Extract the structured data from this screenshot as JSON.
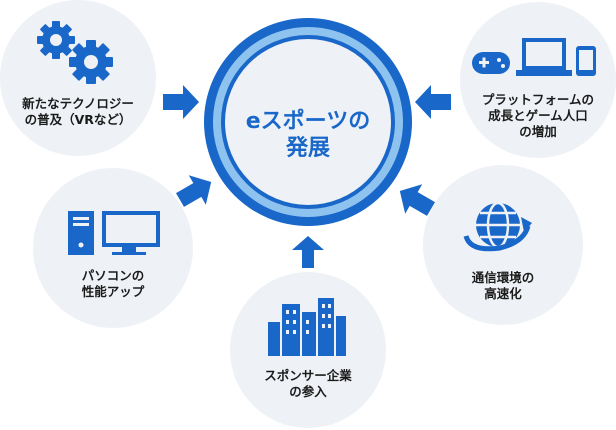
{
  "center": {
    "line1": "eスポーツの",
    "line2": "発展"
  },
  "factors": [
    {
      "icon": "gears-icon",
      "line1": "新たなテクノロジー",
      "line2": "の普及（VRなど）",
      "line3": ""
    },
    {
      "icon": "computer-icon",
      "line1": "パソコンの",
      "line2": "性能アップ",
      "line3": ""
    },
    {
      "icon": "buildings-icon",
      "line1": "スポンサー企業",
      "line2": "の参入",
      "line3": ""
    },
    {
      "icon": "globe-icon",
      "line1": "通信環境の",
      "line2": "高速化",
      "line3": ""
    },
    {
      "icon": "devices-icon",
      "line1": "プラットフォームの",
      "line2": "成長とゲーム人口",
      "line3": "の増加"
    }
  ],
  "colors": {
    "circle_fill": "#eef1f6",
    "ring_dark": "#1967c9",
    "ring_light": "#8fc3ef",
    "arrow": "#1967c9",
    "icon": "#1967c9",
    "text": "#1b1b1b"
  }
}
